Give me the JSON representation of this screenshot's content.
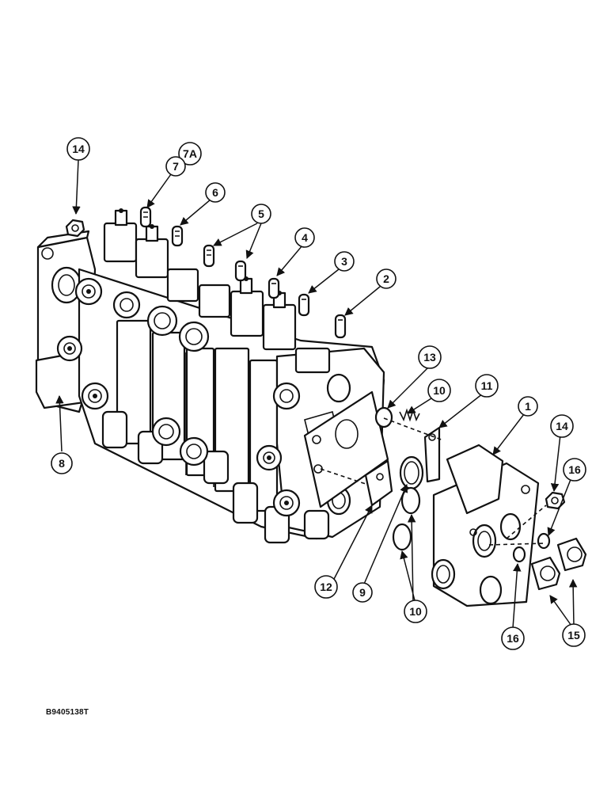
{
  "figure": {
    "reference_code": "B9405138T"
  },
  "callouts": {
    "c1": "1",
    "c2": "2",
    "c3": "3",
    "c4": "4",
    "c5": "5",
    "c6": "6",
    "c7": "7",
    "c7a": "7A",
    "c8": "8",
    "c9": "9",
    "c10a": "10",
    "c10b": "10",
    "c11": "11",
    "c12": "12",
    "c13": "13",
    "c14a": "14",
    "c14b": "14",
    "c15": "15",
    "c16a": "16",
    "c16b": "16"
  }
}
